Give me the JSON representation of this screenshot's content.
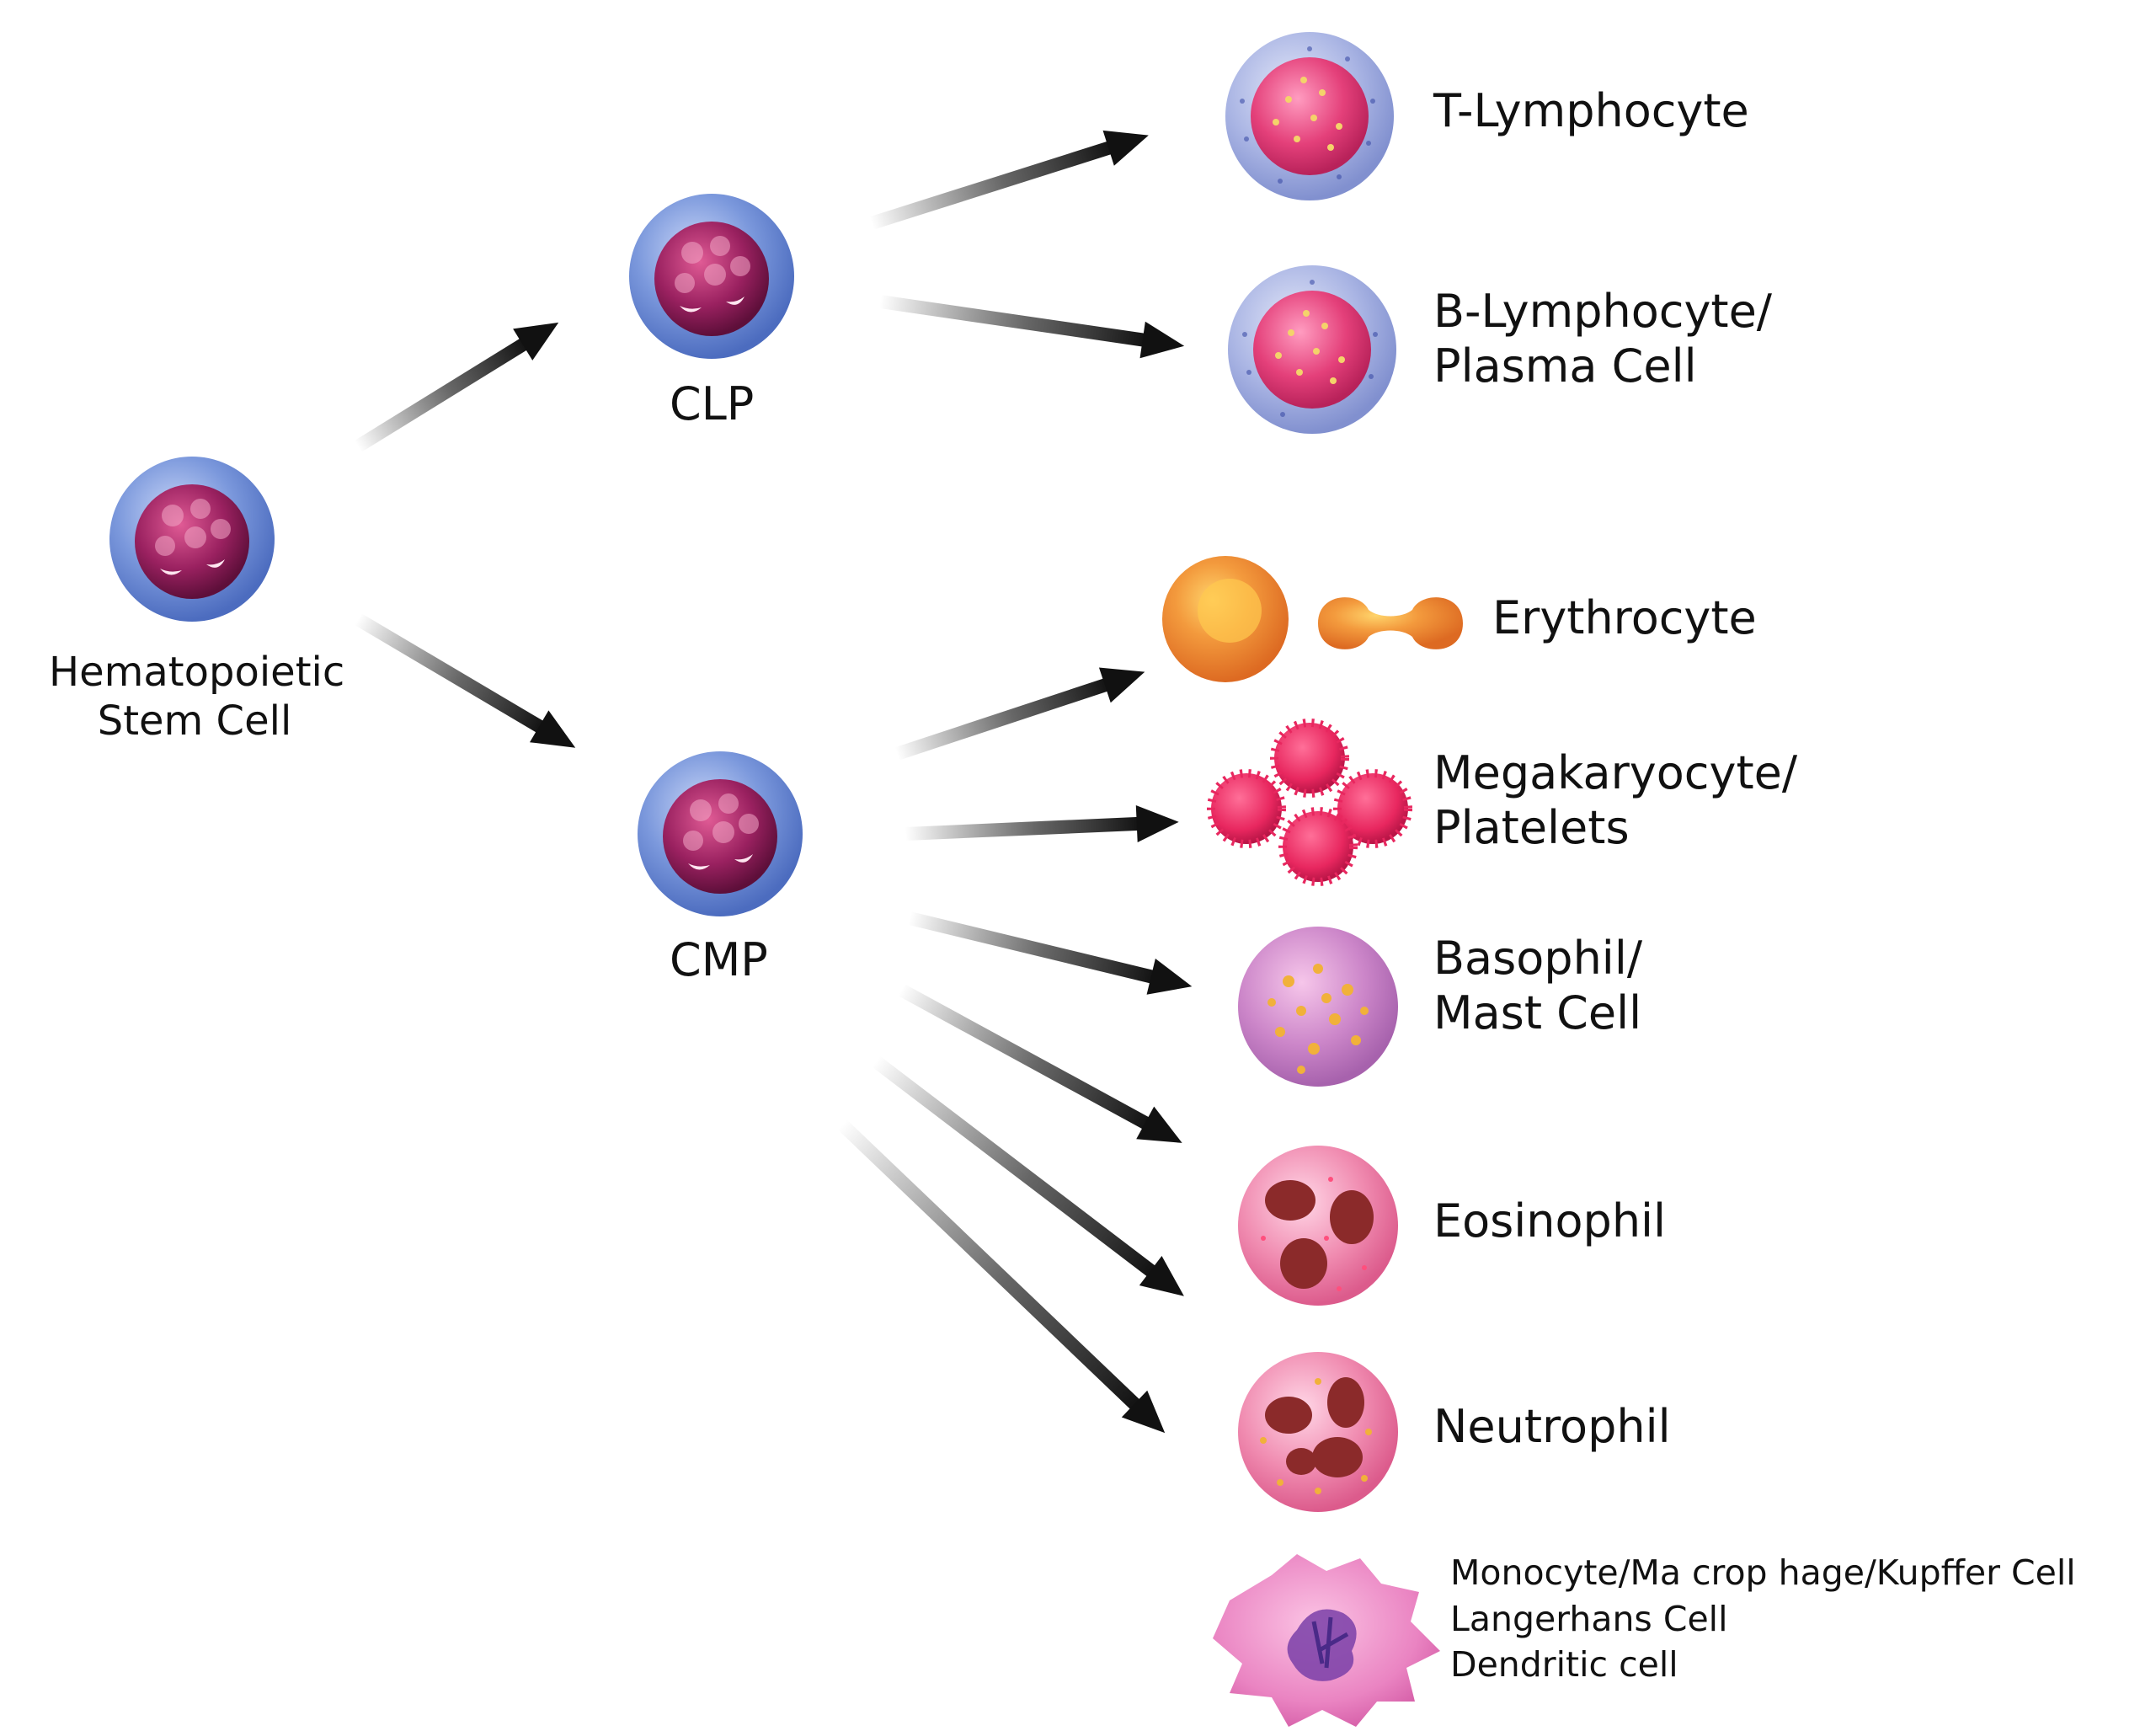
{
  "nodes": {
    "hsc": {
      "line1": "Hematopoietic",
      "line2": "Stem Cell"
    },
    "clp": {
      "label": "CLP"
    },
    "cmp": {
      "label": "CMP"
    }
  },
  "outcomes": {
    "t_lymphocyte": {
      "line1": "T-Lymphocyte"
    },
    "b_lymphocyte": {
      "line1": "B-Lymphocyte/",
      "line2": "Plasma Cell"
    },
    "erythrocyte": {
      "line1": "Erythrocyte"
    },
    "megakaryocyte": {
      "line1": "Megakaryocyte/",
      "line2": "Platelets"
    },
    "basophil": {
      "line1": "Basophil/",
      "line2": "Mast Cell"
    },
    "eosinophil": {
      "line1": "Eosinophil"
    },
    "neutrophil": {
      "line1": "Neutrophil"
    },
    "monocyte": {
      "line1": "Monocyte/Ma crop hage/Kupffer Cell",
      "line2": "Langerhans Cell",
      "line3": "Dendritic cell"
    }
  },
  "colors": {
    "progenitor_outer": "#6f8fd6",
    "progenitor_nucleus": "#8c1d52",
    "lymphocyte_outer": "#a9b4e3",
    "lymphocyte_nucleus": "#e0447a",
    "erythrocyte": "#f0893a",
    "platelet": "#e8275f",
    "basophil": "#c77bc6",
    "granulocyte": "#ef7ea8",
    "granule_nucleus": "#8b2a2a",
    "monocyte": "#e985c4",
    "arrow": "#222222"
  }
}
